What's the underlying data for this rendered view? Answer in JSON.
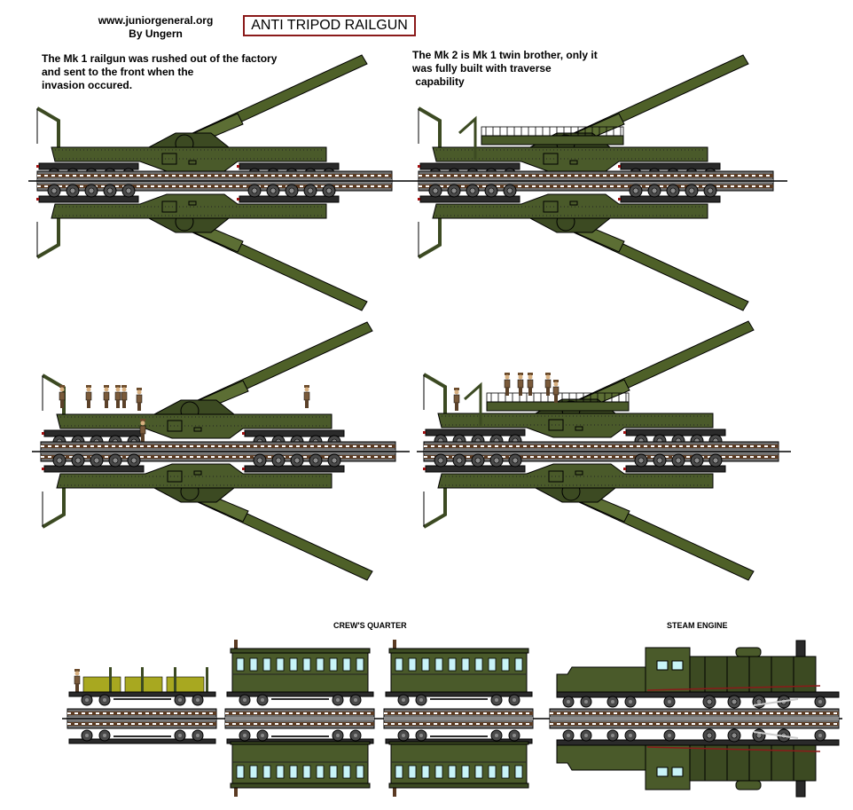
{
  "header": {
    "credit_site": "www.juniorgeneral.org",
    "credit_author": "By Ungern",
    "title": "ANTI TRIPOD RAILGUN"
  },
  "descriptions": {
    "mk1": "The Mk 1 railgun was rushed out of the factory\nand sent to the front when the\ninvasion occured.",
    "mk2": "The Mk 2 is Mk 1 twin brother, only it\nwas fully built with traverse\n capability"
  },
  "labels": {
    "crew_quarter": "CREW'S QUARTER",
    "steam_engine": "STEAM ENGINE"
  },
  "colors": {
    "olive": "#4a5a2a",
    "olive_dark": "#3c4a22",
    "olive_light": "#5c6e34",
    "rail_gray": "#6e6e6e",
    "tie_brown": "#5a3a22",
    "wheel": "#4a4a4a",
    "frame": "#2a2a2a",
    "title_border": "#8b1a1a",
    "window": "#c8f4f8",
    "shell": "#a8a820",
    "crew": "#7a5a3a"
  },
  "models": [
    {
      "id": "mk1",
      "name": "Mk 1 railgun",
      "crew": false
    },
    {
      "id": "mk2",
      "name": "Mk 2 railgun",
      "crew": false
    },
    {
      "id": "mk1-crew",
      "name": "Mk 1 railgun with crew",
      "crew": true
    },
    {
      "id": "mk2-crew",
      "name": "Mk 2 railgun with crew",
      "crew": true
    }
  ],
  "train_cars": [
    {
      "id": "ammo-flatcar",
      "name": "Ammunition flatcar"
    },
    {
      "id": "crew-car-1",
      "name": "Crew's quarter car"
    },
    {
      "id": "crew-car-2",
      "name": "Crew's quarter car"
    },
    {
      "id": "steam-engine",
      "name": "Steam engine"
    }
  ]
}
